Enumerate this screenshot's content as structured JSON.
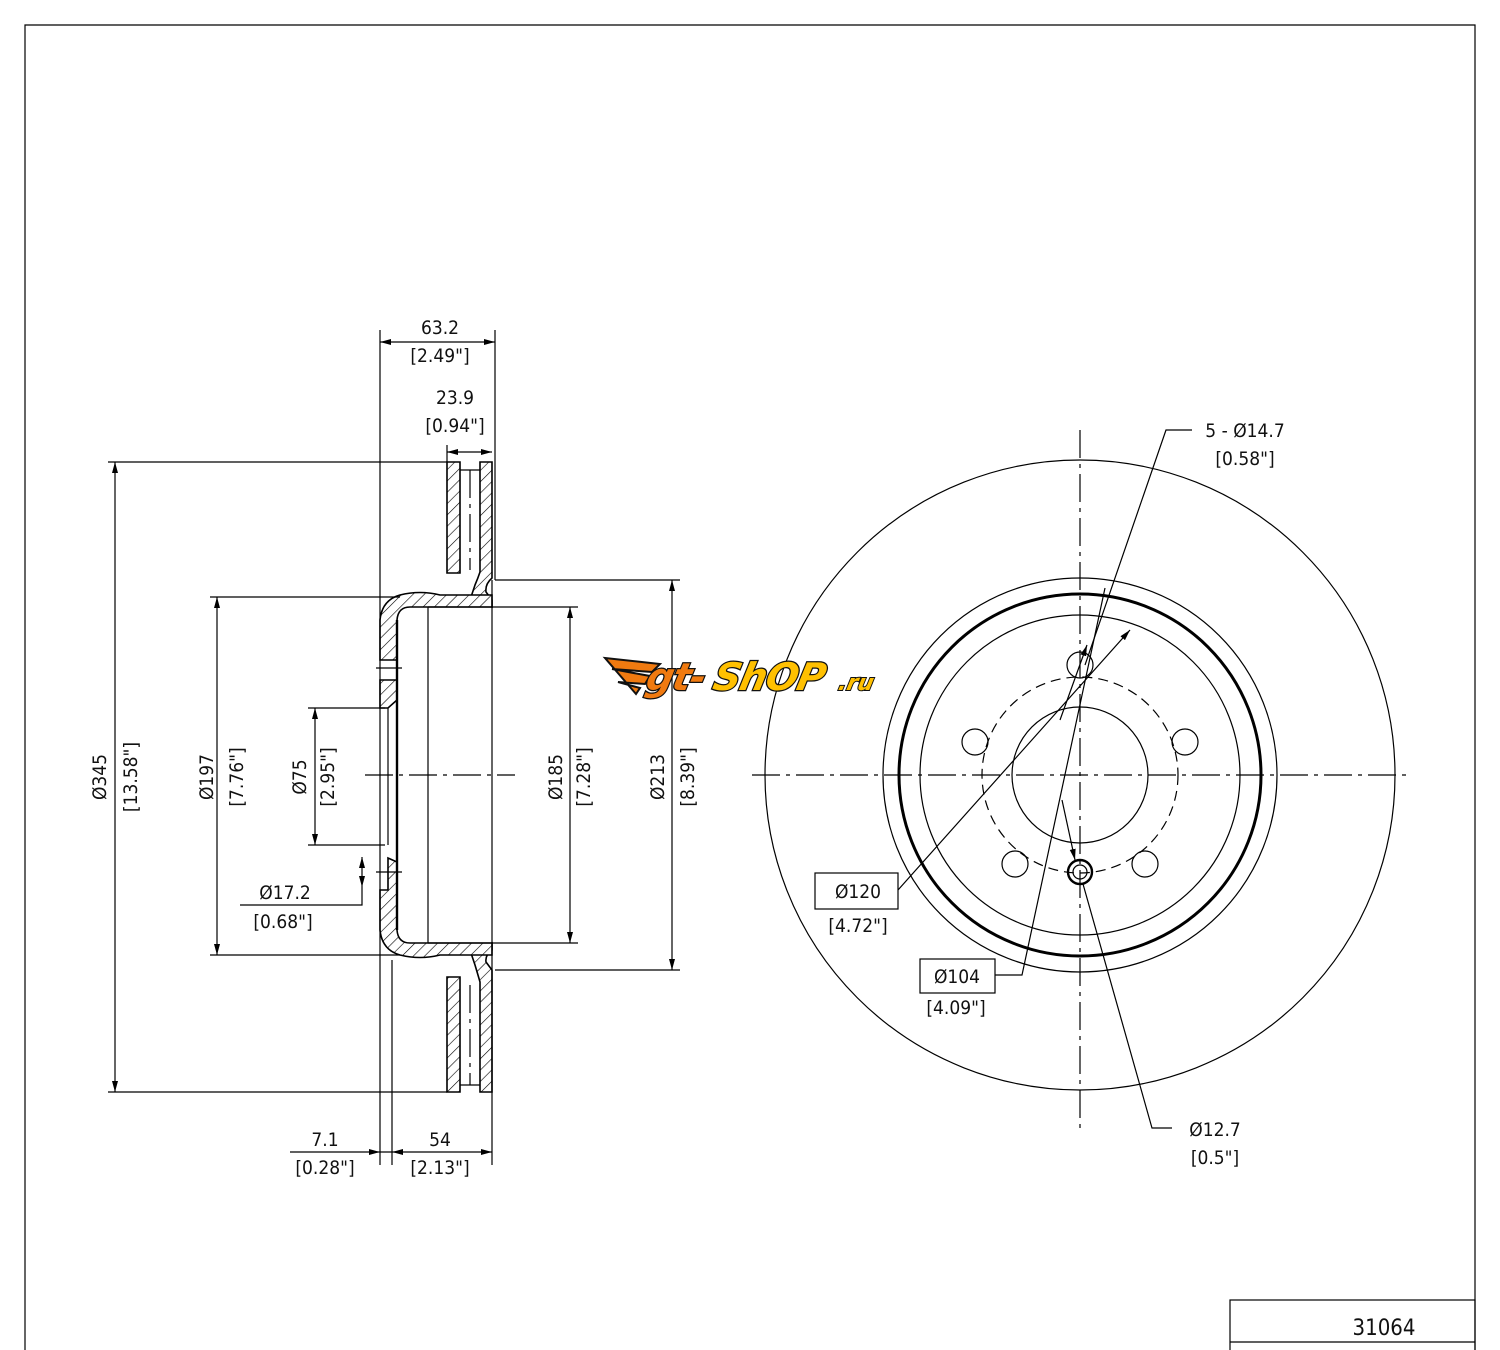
{
  "drawing": {
    "part_number": "31064",
    "logo_text": "gt-shop.ru",
    "colors": {
      "logo_orange": "#f07a10",
      "logo_yellow": "#ffc000",
      "logo_outline": "#111111"
    }
  },
  "section_view": {
    "overall_height": {
      "mm": "63.2",
      "in": "[2.49\"]"
    },
    "disc_thickness": {
      "mm": "23.9",
      "in": "[0.94\"]"
    },
    "outer_diameter": {
      "mm": "Ø345",
      "in": "[13.58\"]"
    },
    "hat_diameter": {
      "mm": "Ø197",
      "in": "[7.76\"]"
    },
    "center_bore": {
      "mm": "Ø75",
      "in": "[2.95\"]"
    },
    "inner_hat_diameter": {
      "mm": "Ø185",
      "in": "[7.28\"]"
    },
    "inner_friction_diameter": {
      "mm": "Ø213",
      "in": "[8.39\"]"
    },
    "bolt_hole": {
      "mm": "Ø17.2",
      "in": "[0.68\"]"
    },
    "hat_thickness": {
      "mm": "7.1",
      "in": "[0.28\"]"
    },
    "hat_depth": {
      "mm": "54",
      "in": "[2.13\"]"
    }
  },
  "front_view": {
    "bolt_holes": {
      "mm": "5 - Ø14.7",
      "in": "[0.58\"]"
    },
    "pcd": {
      "mm": "Ø120",
      "in": "[4.72\"]"
    },
    "inner_circle": {
      "mm": "Ø104",
      "in": "[4.09\"]"
    },
    "small_hole": {
      "mm": "Ø12.7",
      "in": "[0.5\"]"
    }
  }
}
